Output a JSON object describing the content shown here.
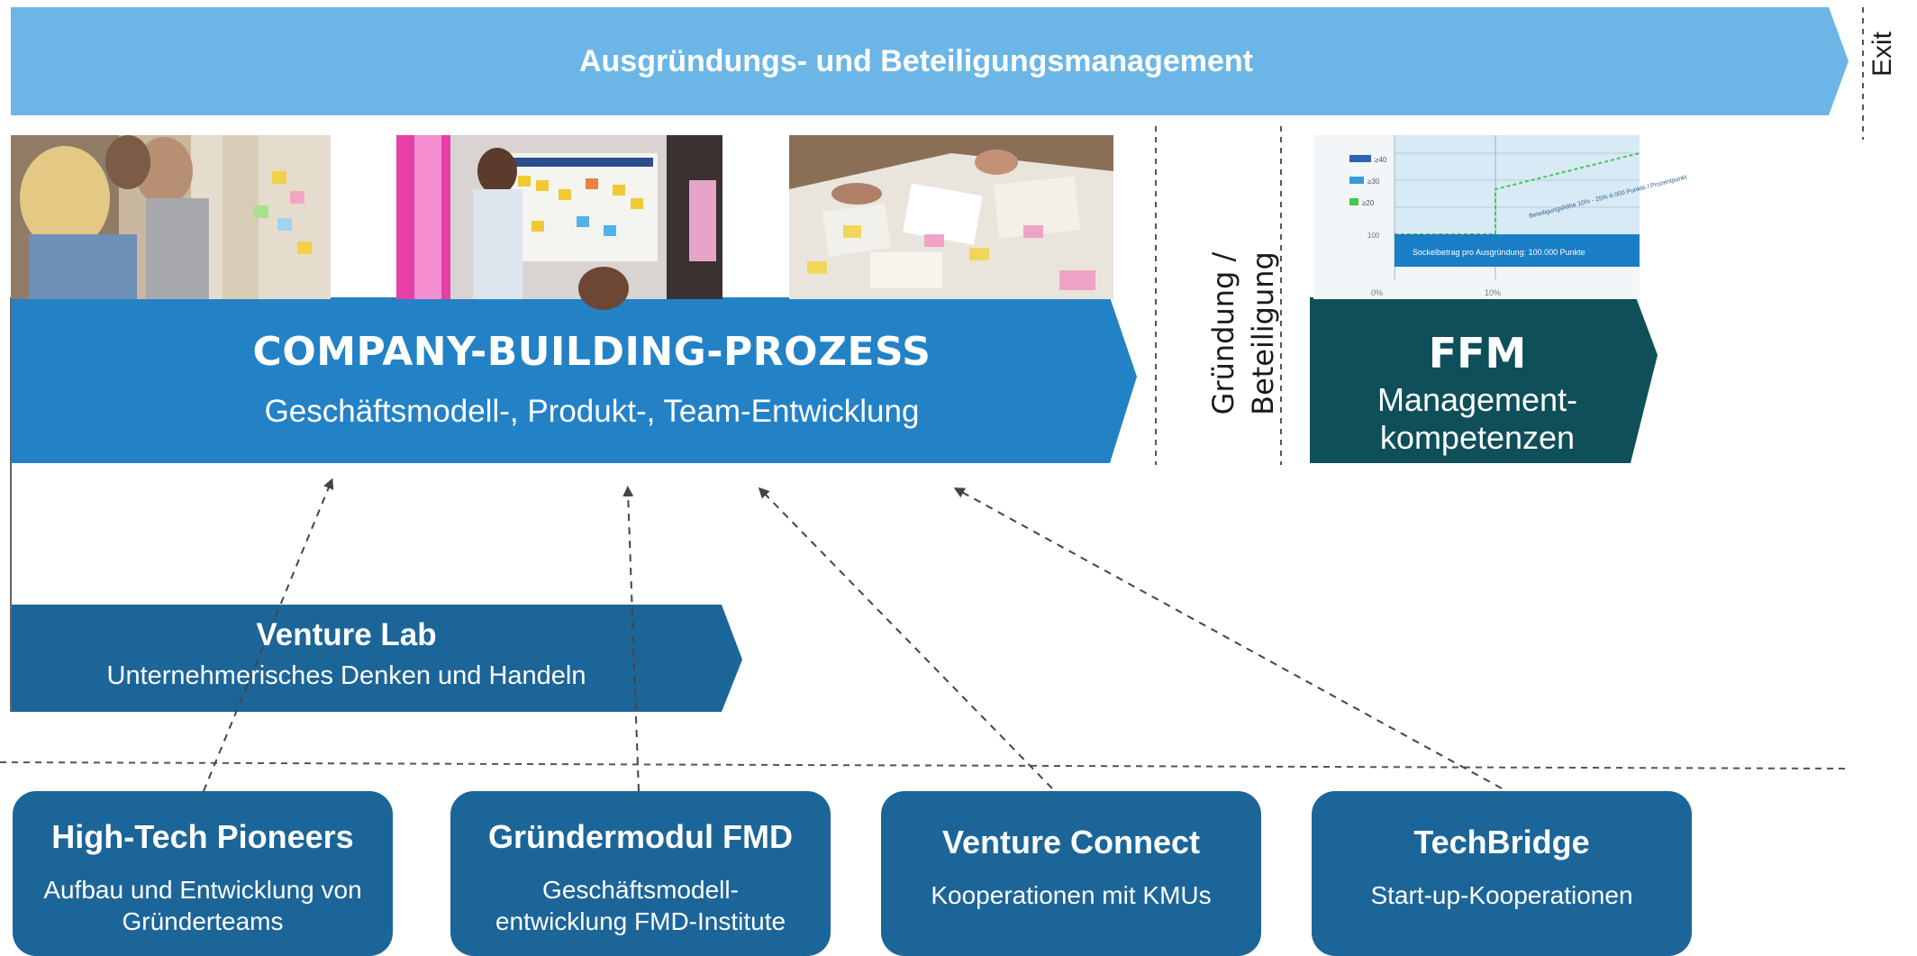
{
  "banner": {
    "title": "Ausgründungs- und Beteiligungsmanagement",
    "exit_label": "Exit"
  },
  "company_building": {
    "title": "COMPANY-BUILDING-PROZESS",
    "subtitle": "Geschäftsmodell-, Produkt-, Team-Entwicklung"
  },
  "gruendung": {
    "line1": "Gründung /",
    "line2": "Beteiligung"
  },
  "ffm": {
    "title": "FFM",
    "line1": "Management-",
    "line2": "kompetenzen"
  },
  "ffm_chart_image": {
    "legend_1": "≥40",
    "legend_2": "≥30",
    "legend_3": "≥20",
    "ytick": "100",
    "label_rot": "Beteiligungshöhe 10% - 25% 6.000 Punkte / Prozentpunkt",
    "band": "Sockelbetrag pro Ausgründung: 100.000 Punkte",
    "x0": "0%",
    "x1": "10%"
  },
  "venture_lab": {
    "title": "Venture Lab",
    "subtitle": "Unternehmerisches Denken und Handeln"
  },
  "programs": [
    {
      "title": "High-Tech Pioneers",
      "subtitle": "Aufbau und Entwicklung von\nGründerteams"
    },
    {
      "title": "Gründermodul FMD",
      "subtitle": "Geschäftsmodell-\nentwicklung FMD-Institute"
    },
    {
      "title": "Venture Connect",
      "subtitle": "Kooperationen mit KMUs"
    },
    {
      "title": "TechBridge",
      "subtitle": "Start-up-Kooperationen"
    }
  ],
  "colors": {
    "banner": "#6bb6e6",
    "company_building": "#2382c6",
    "ffm": "#0e4f5a",
    "venture_lab": "#1c6598",
    "program_box": "#1c6598"
  }
}
